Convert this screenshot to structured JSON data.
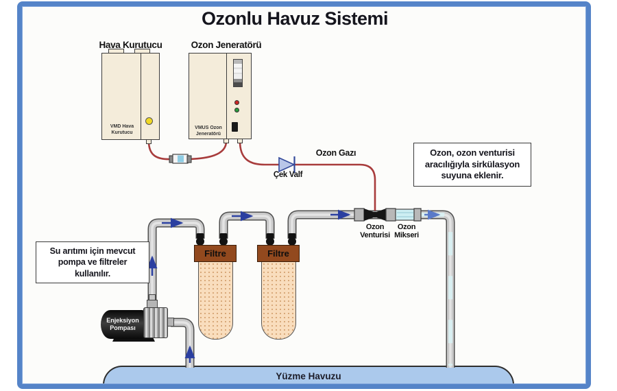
{
  "title": "Ozonlu Havuz Sistemi",
  "air_dryer": {
    "label": "Hava Kurutucu",
    "model": "VMD Hava Kurutucu"
  },
  "ozone_generator": {
    "label": "Ozon Jeneratörü",
    "model": "VMUS Ozon Jeneratörü"
  },
  "ozone_line": {
    "label": "Ozon Gazı"
  },
  "check_valve": {
    "label": "Çek Valf"
  },
  "venturi": {
    "label": "Ozon Venturisi"
  },
  "mixer": {
    "label": "Ozon Mikseri"
  },
  "filters": [
    {
      "label": "Filtre"
    },
    {
      "label": "Filtre"
    }
  ],
  "pump": {
    "label": "Enjeksiyon Pompası"
  },
  "pool": {
    "label": "Yüzme Havuzu"
  },
  "notes": {
    "ozone_injection": "Ozon, ozon venturisi aracılığıyla sirkülasyon suyuna eklenir.",
    "water_treatment": "Su arıtımı için mevcut pompa ve filtreler kullanılır."
  },
  "colors": {
    "frame_blue": "#5584c8",
    "ozone_line_red": "#a83c3c",
    "flow_arrow_blue": "#2b3fa0",
    "pipe_gray": "#c9c9c9",
    "filter_cap_brown": "#92491e",
    "filter_body_peach": "#f9ddbd",
    "device_cream": "#f4ecda",
    "pool_blue": "#abc9ec",
    "mixer_cyan": "#cdeef2",
    "indicator_yellow": "#f0d825",
    "led_red": "#cc2525",
    "led_green": "#2a9a3d"
  }
}
